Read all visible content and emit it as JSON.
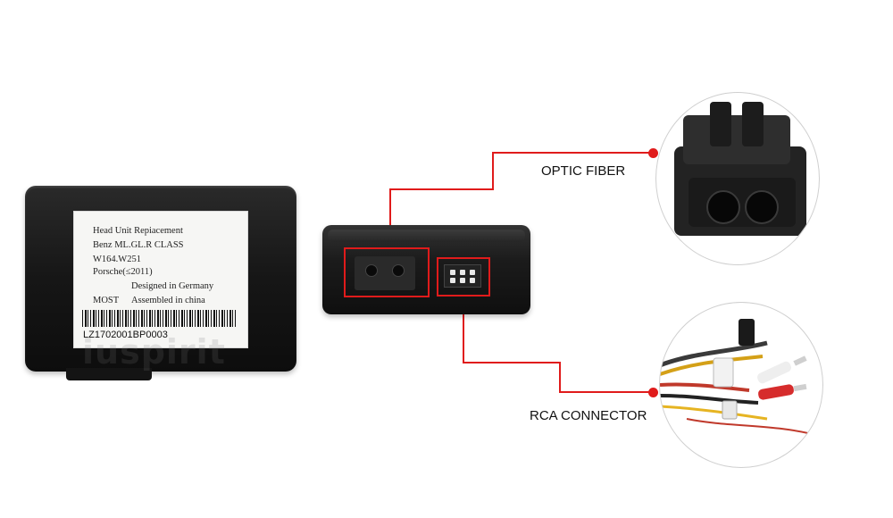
{
  "label": {
    "line1": "Head Unit Repiacement",
    "line2": "Benz ML.GL.R CLASS",
    "line3": "W164.W251",
    "line4": "Porsche(≤2011)",
    "line5": "Designed in Germany",
    "line6_left": "MOST",
    "line6_right": "Assembled in china",
    "serial": "LZ1702001BP0003"
  },
  "callouts": {
    "optic_fiber": "OPTIC FIBER",
    "rca_connector": "RCA CONNECTOR"
  },
  "watermark": "iuspirit",
  "colors": {
    "accent_red": "#e01b1b",
    "box_black": "#141414",
    "label_white": "#f6f6f4"
  }
}
